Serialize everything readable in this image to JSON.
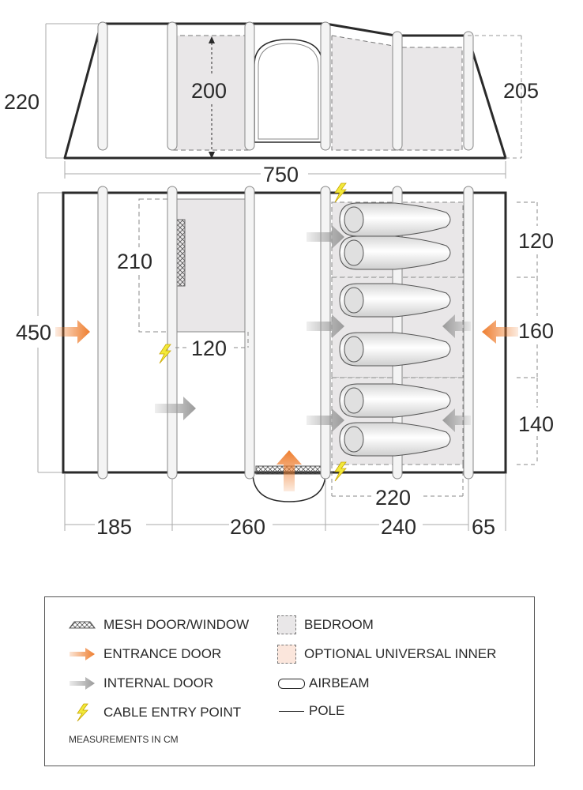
{
  "side_view": {
    "height_left": "220",
    "height_inner": "200",
    "height_right": "205",
    "length": "750"
  },
  "floor_plan": {
    "width": "450",
    "living_inner_height": "210",
    "living_inner_width": "120",
    "bedroom_depth_1": "120",
    "bedroom_depth_2": "160",
    "bedroom_depth_3": "140",
    "bedroom_length": "220"
  },
  "bottom_dimensions": [
    "185",
    "260",
    "240",
    "65"
  ],
  "legend": {
    "mesh": "MESH DOOR/WINDOW",
    "entrance": "ENTRANCE DOOR",
    "internal": "INTERNAL DOOR",
    "cable": "CABLE ENTRY POINT",
    "bedroom": "BEDROOM",
    "optional_inner": "OPTIONAL UNIVERSAL INNER",
    "airbeam": "AIRBEAM",
    "pole": "POLE",
    "note": "MEASUREMENTS IN CM"
  },
  "colors": {
    "outline": "#2a2a2a",
    "airbeam_fill": "#f4f4f4",
    "bedroom_fill": "#e9e7e8",
    "entrance_orange": "#ee7d2e",
    "internal_grey": "#9a9a9a",
    "cable_yellow": "#f2e93a",
    "optional_inner_fill": "#fbe6dc"
  },
  "icons": {
    "mesh": "mesh-icon",
    "entrance": "orange-arrow-icon",
    "internal": "grey-arrow-icon",
    "cable": "lightning-icon",
    "airbeam": "airbeam-icon",
    "pole": "pole-icon"
  }
}
